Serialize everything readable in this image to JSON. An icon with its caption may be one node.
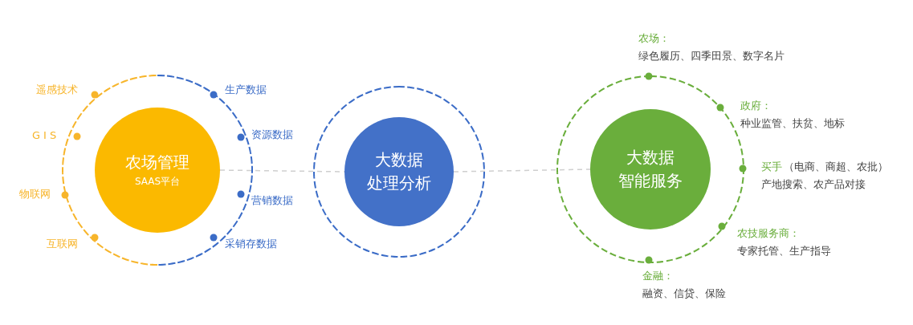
{
  "diagram": {
    "nodes": [
      {
        "text": [
          "农场管理",
          "SAAS平台"
        ]
      },
      {
        "text": [
          "大数据",
          "处理分析"
        ]
      },
      {
        "text": [
          "大数据",
          "智能服务"
        ]
      }
    ],
    "edges": [
      {
        "from": 0,
        "to": 1,
        "arrow": "none",
        "style": "dashed"
      },
      {
        "from": 1,
        "to": 2,
        "arrow": "none",
        "style": "dashed"
      }
    ],
    "labels": [
      "遥感技术",
      "GIS",
      "物联网",
      "互联网",
      "生产数据",
      "资源数据",
      "营销数据",
      "采销存数据",
      "农场：",
      "绿色履历、四季田景、数字名片",
      "政府：",
      "种业监管、扶贫、地标",
      "买手",
      "（电商、商超、农批）",
      "产地搜索、农产品对接",
      "农技服务商：",
      "专家托管、生产指导",
      "金融：",
      "融资、信贷、保险"
    ]
  }
}
